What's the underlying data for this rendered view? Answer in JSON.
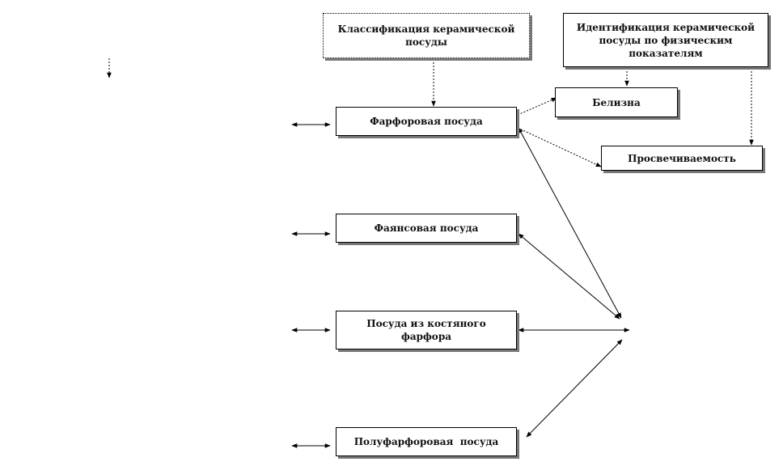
{
  "boxes": {
    "classification": "Классификация керамической посуды",
    "identification": "Идентификация керамической посуды по физическим показателям",
    "whiteness": "Белизна",
    "translucency": "Просвечиваемость",
    "porcelain": "Фарфоровая посуда",
    "faience": "Фаянсовая посуда",
    "bone_china": "Посуда из костяного фарфора",
    "semi_porcelain": "Полуфарфоровая  посуда"
  }
}
